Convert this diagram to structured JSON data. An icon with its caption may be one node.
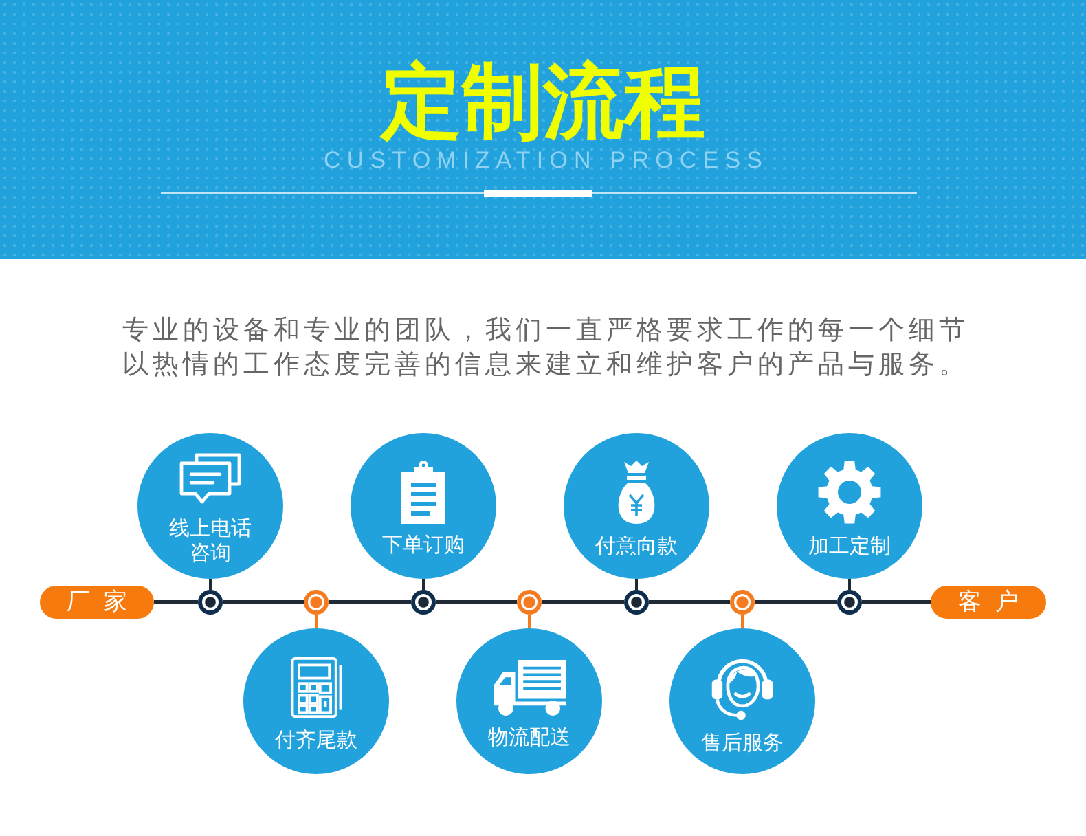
{
  "diagram": {
    "title": "定制流程",
    "nodes": [
      {
        "text": [
          "厂家"
        ]
      },
      {
        "text": [
          "线上电话咨询"
        ]
      },
      {
        "text": [],
        "shape": "circle"
      },
      {
        "text": [],
        "shape": "circle"
      },
      {
        "text": [
          "付齐尾款"
        ]
      },
      {
        "text": [
          "下单订购"
        ]
      },
      {
        "text": [],
        "shape": "circle"
      },
      {
        "text": [],
        "shape": "circle"
      },
      {
        "text": [
          "物流配送"
        ]
      },
      {
        "text": [
          "付意向款"
        ]
      },
      {
        "text": [],
        "shape": "circle"
      },
      {
        "text": [],
        "shape": "circle"
      },
      {
        "text": [
          "售后服务"
        ]
      },
      {
        "text": [
          "加工定制"
        ]
      },
      {
        "text": [],
        "shape": "circle"
      },
      {
        "text": [
          "客户"
        ]
      }
    ],
    "edges": [
      {
        "from": 0,
        "to": 2,
        "arrow": "none"
      },
      {
        "from": 2,
        "to": 3,
        "arrow": "none"
      },
      {
        "from": 3,
        "to": 6,
        "arrow": "none"
      },
      {
        "from": 6,
        "to": 7,
        "arrow": "none"
      },
      {
        "from": 7,
        "to": 10,
        "arrow": "none"
      },
      {
        "from": 10,
        "to": 11,
        "arrow": "none"
      },
      {
        "from": 11,
        "to": 14,
        "arrow": "none"
      },
      {
        "from": 14,
        "to": 15,
        "arrow": "none"
      },
      {
        "from": 1,
        "to": 2,
        "arrow": "none"
      },
      {
        "from": 3,
        "to": 4,
        "arrow": "none",
        "color": "#f47b20"
      },
      {
        "from": 5,
        "to": 6,
        "arrow": "none"
      },
      {
        "from": 7,
        "to": 8,
        "arrow": "none",
        "color": "#f47b20"
      },
      {
        "from": 9,
        "to": 10,
        "arrow": "none"
      },
      {
        "from": 11,
        "to": 12,
        "arrow": "none",
        "color": "#f47b20"
      },
      {
        "from": 13,
        "to": 14,
        "arrow": "none"
      }
    ],
    "labels": [
      "CUSTOMIZATION PROCESS",
      "专业的设备和专业的团队，我们一直严格要求工作的每一个细节以热情的工作态度完善的信息来建立和维护客户的产品与服务。"
    ]
  }
}
